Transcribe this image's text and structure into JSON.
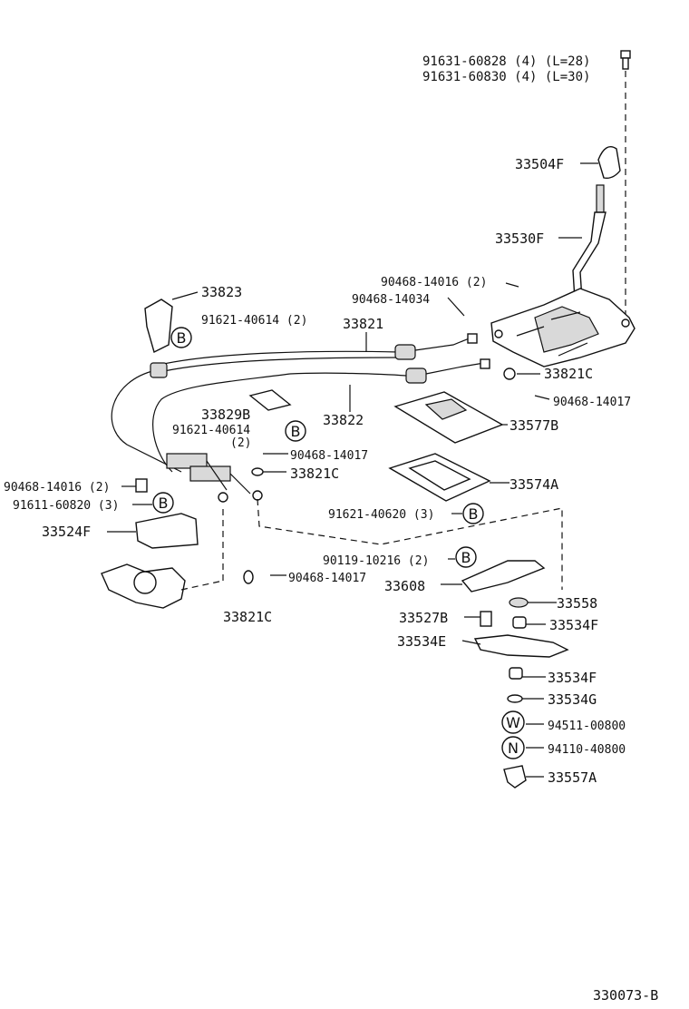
{
  "labels": {
    "bolt_l28": "91631-60828 (4) (L=28)",
    "bolt_l30": "91631-60830 (4) (L=30)",
    "knob": "33504F",
    "lever": "33530F",
    "clip_90468_14016_top": "90468-14016 (2)",
    "clip_90468_14034": "90468-14034",
    "bracket_33823": "33823",
    "bolt_91621_40614_top": "91621-40614 (2)",
    "cable_33821": "33821",
    "washer_33821c_a": "33821C",
    "pin_90468_14017_a": "90468-14017",
    "cable_33822": "33822",
    "clamp_33829b": "33829B",
    "bolt_91621_40614_mid": "91621-40614",
    "qty_2": "(2)",
    "boot_33577b": "33577B",
    "pin_90468_14017_b": "90468-14017",
    "washer_33821c_b": "33821C",
    "gasket_33574a": "33574A",
    "clip_90468_14016_left": "90468-14016 (2)",
    "bolt_91611_60820": "91611-60820 (3)",
    "bracket_33524f": "33524F",
    "bolt_91621_40620": "91621-40620 (3)",
    "bolt_90119_10216": "90119-10216 (2)",
    "lever_33608": "33608",
    "pin_90468_14017_c": "90468-14017",
    "bushing_33558": "33558",
    "washer_33821c_c": "33821C",
    "collar_33527b": "33527B",
    "bushing_33534f_a": "33534F",
    "lever_33534e": "33534E",
    "bushing_33534f_b": "33534F",
    "bushing_33534g": "33534G",
    "washer_94511": "94511-00800",
    "nut_94110": "94110-40800",
    "cap_33557a": "33557A",
    "diagram_code": "330073-B"
  },
  "callouts": {
    "b": "B",
    "w": "W",
    "n": "N"
  }
}
